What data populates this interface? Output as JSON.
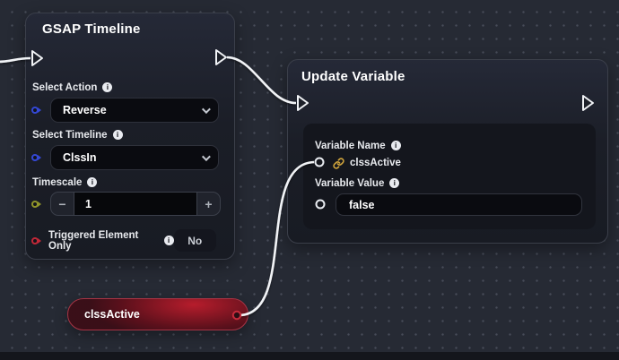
{
  "canvas": {
    "background": "#262a34",
    "dot_color": "#474c58",
    "bottom_bar_color": "#14161c",
    "wire_color": "#f1f3f6"
  },
  "icons": {
    "info_glyph": "i"
  },
  "gsap_node": {
    "title": "GSAP Timeline",
    "action": {
      "label": "Select Action",
      "value": "Reverse"
    },
    "timeline": {
      "label": "Select Timeline",
      "value": "ClssIn"
    },
    "timescale": {
      "label": "Timescale",
      "value": "1",
      "minus_label": "−",
      "plus_label": "+"
    },
    "trigger": {
      "label": "Triggered Element Only",
      "value": "No"
    }
  },
  "update_variable_node": {
    "title": "Update Variable",
    "variable_name": {
      "label": "Variable Name",
      "value": "clssActive"
    },
    "variable_value": {
      "label": "Variable Value",
      "value": "false"
    }
  },
  "variable_pill": {
    "label": "clssActive"
  },
  "port_colors": {
    "select_port": "#3448d6",
    "timescale_port": "#90952a",
    "trigger_port": "#c22838",
    "variable_port": "#e9ecf1",
    "pill_port": "#c62b3b"
  }
}
